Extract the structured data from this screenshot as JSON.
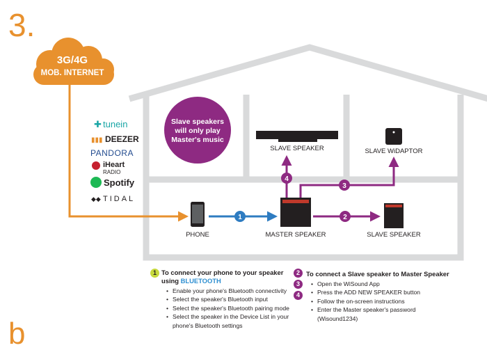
{
  "step_number": "3.",
  "panel_letter": "b",
  "cloud": {
    "line1": "3G/4G",
    "line2": "MOB. INTERNET"
  },
  "services": [
    "tunein",
    "DEEZER",
    "PANDORA",
    "iHeart",
    "RADIO",
    "Spotify",
    "TIDAL"
  ],
  "callout": {
    "line1": "Slave speakers",
    "line2": "will only play",
    "line3": "Master's music"
  },
  "devices": {
    "phone": "PHONE",
    "master": "MASTER SPEAKER",
    "slave_top": "SLAVE SPEAKER",
    "slave_right": "SLAVE SPEAKER",
    "widaptor": "SLAVE WiDAPTOR"
  },
  "badges": {
    "one": "1",
    "two": "2",
    "three": "3",
    "four": "4"
  },
  "instructions_left": {
    "badge": "1",
    "heading": "To connect your phone to your speaker",
    "heading2": "using ",
    "heading_accent": "BLUETOOTH",
    "items": [
      "Enable your phone's Bluetooth connectivity",
      "Select the speaker's Bluetooth input",
      "Select the speaker's Bluetooth pairing mode",
      "Select the speaker in the Device List in your",
      "phone's Bluetooth settings"
    ]
  },
  "instructions_right": {
    "badge2": "2",
    "badge3": "3",
    "badge4": "4",
    "heading": "To connect a Slave speaker to Master Speaker",
    "items": [
      "Open the WiSound App",
      "Press the ADD NEW SPEAKER button",
      "Follow the on-screen instructions",
      "Enter the Master speaker's password",
      "(Wisound1234)"
    ]
  },
  "colors": {
    "orange": "#e8912e",
    "purple": "#8e2a82",
    "blue": "#2e7cc1",
    "house_gray": "#d9dadb",
    "lime": "#c7d93c"
  }
}
